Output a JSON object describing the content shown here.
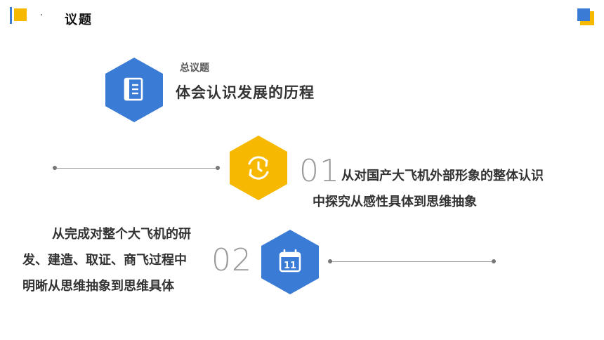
{
  "header": {
    "title": "议题"
  },
  "main_topic": {
    "label": "总议题",
    "title": "体会认识发展的历程"
  },
  "items": [
    {
      "number": "01",
      "line1": "从对国产大飞机外部形象的整体认识",
      "line2": "中探究从感性具体到思维抽象"
    },
    {
      "number": "02",
      "line1": "从完成对整个大飞机的研",
      "line2": "发、建造、取证、商飞过程中",
      "line3": "明晰从思维抽象到思维具体"
    }
  ],
  "calendar_icon": {
    "day": "11"
  },
  "colors": {
    "blue": "#3a7bd5",
    "yellow": "#f6b800",
    "gray_text": "#9a9a9a"
  },
  "icons": [
    "document-icon",
    "refresh-icon",
    "calendar-icon"
  ]
}
